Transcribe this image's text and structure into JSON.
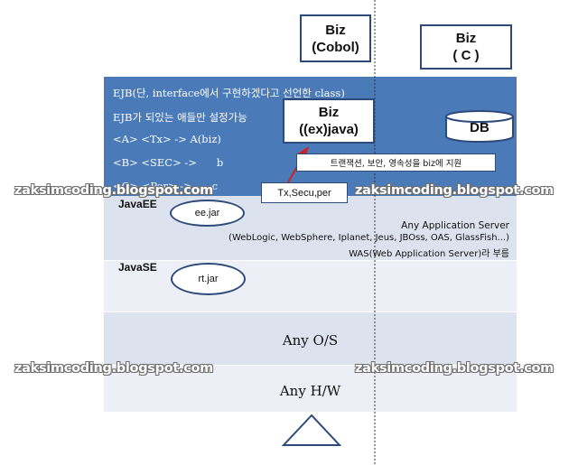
{
  "boxes": {
    "biz_cobol": [
      "Biz",
      "(Cobol)"
    ],
    "biz_c": [
      "Biz",
      "( C )"
    ],
    "biz_java": [
      "Biz",
      "((ex)java)"
    ],
    "db": "DB"
  },
  "ejb": {
    "line1": "EJB(단, interface에서 구현하겠다고 선언한 class)",
    "line2": "EJB가 되있는 애들만 설정가능",
    "line3": "<A> <Tx> -> A(biz)",
    "line4": "<B> <SEC> ->      b",
    "line5": "<C> <Per> ->      c",
    "callout": "트랜잭션, 보안, 영속성을 biz에 지원",
    "tag": "Tx,Secu,per"
  },
  "javaee": {
    "title": "JavaEE",
    "jar": "ee.jar",
    "was_line1": "Any Application Server",
    "was_line2": "(WebLogic, WebSphere, Iplanet, Jeus, JBOss, OAS, GlassFish...)",
    "was_line3": "WAS(Web Application Server)라 부름"
  },
  "javase": {
    "title": "JavaSE",
    "jar": "rt.jar"
  },
  "os": "Any O/S",
  "hw": "Any H/W",
  "watermark": "zaksimcoding.blogspot.com",
  "colors": {
    "ejb_layer": "#4a7ab8",
    "box_border": "#2d4a7a",
    "arrow": "#cc2222"
  }
}
